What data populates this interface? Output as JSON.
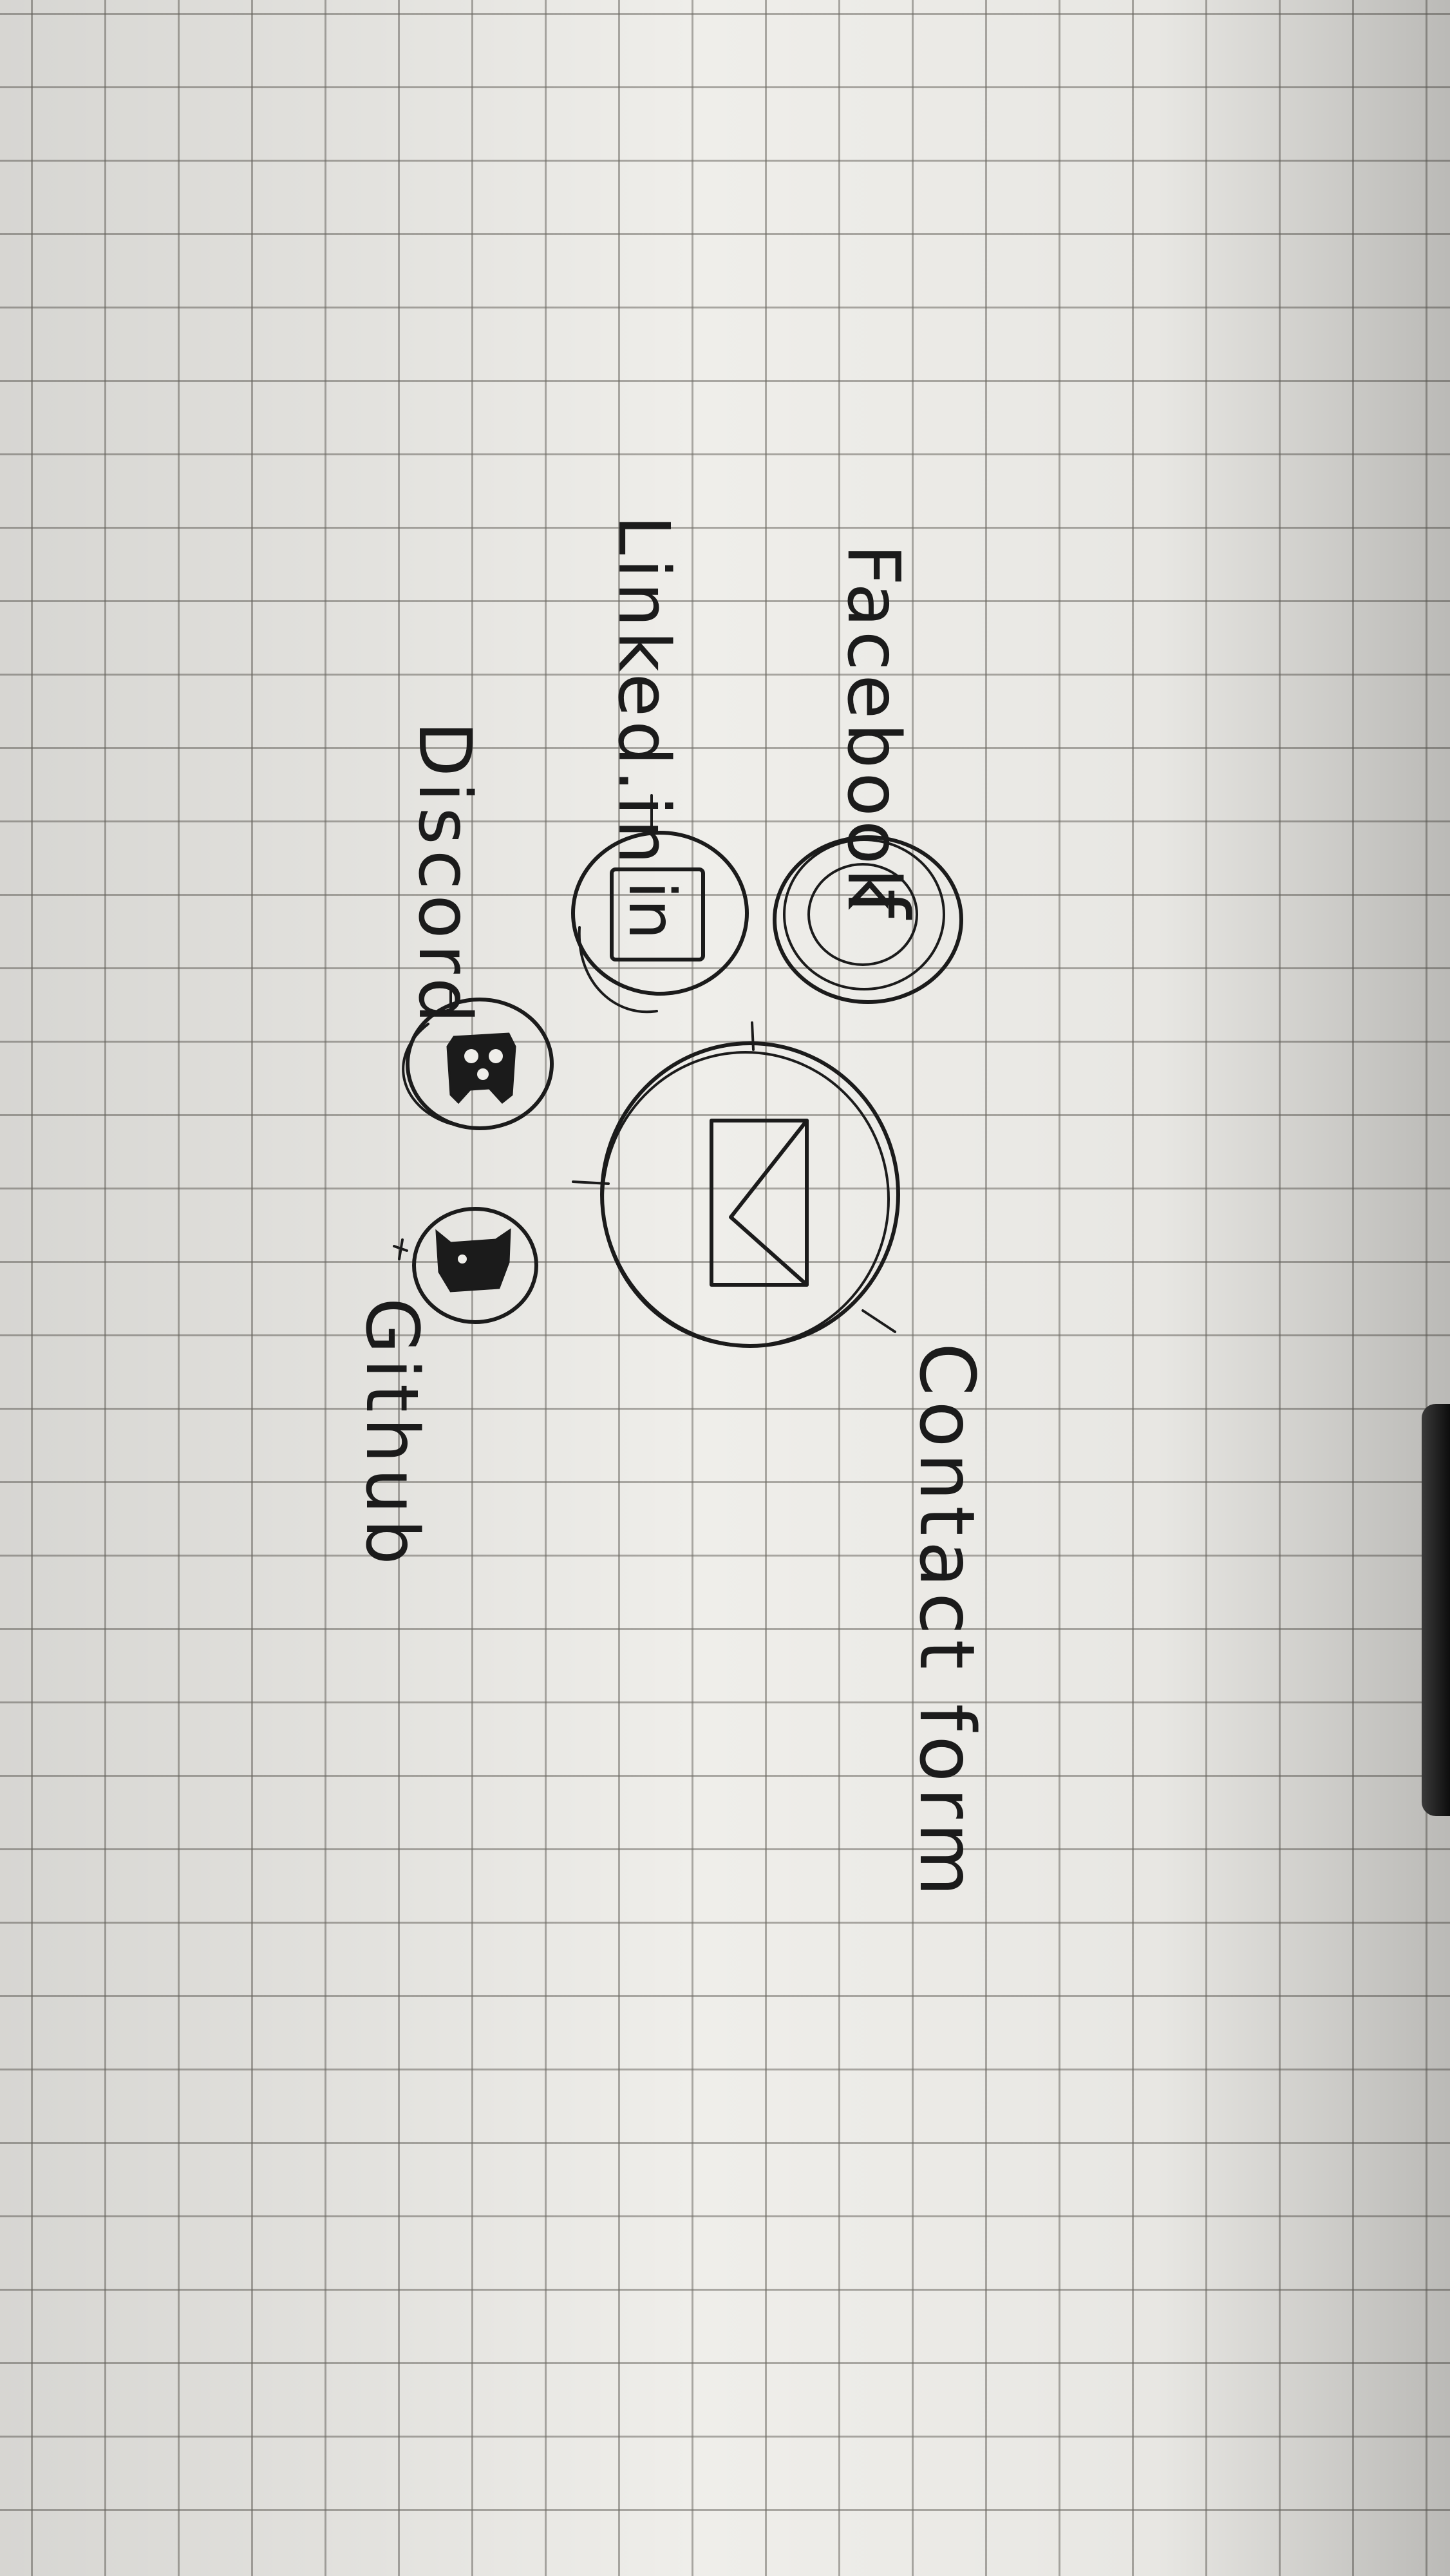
{
  "labels": {
    "facebook": "Facebook",
    "linkedin": "Linked.in",
    "discord": "Discord",
    "github": "Github",
    "contact_form": "Contact form"
  },
  "icons": {
    "facebook": {
      "name": "facebook-icon",
      "glyph": "f"
    },
    "linkedin": {
      "name": "linkedin-icon",
      "glyph": "in"
    },
    "discord": {
      "name": "discord-icon"
    },
    "github": {
      "name": "github-icon"
    },
    "contact": {
      "name": "envelope-icon"
    }
  },
  "colors": {
    "paper": "#efeeea",
    "grid": "#6e6c64",
    "ink": "#1b1b1b"
  }
}
